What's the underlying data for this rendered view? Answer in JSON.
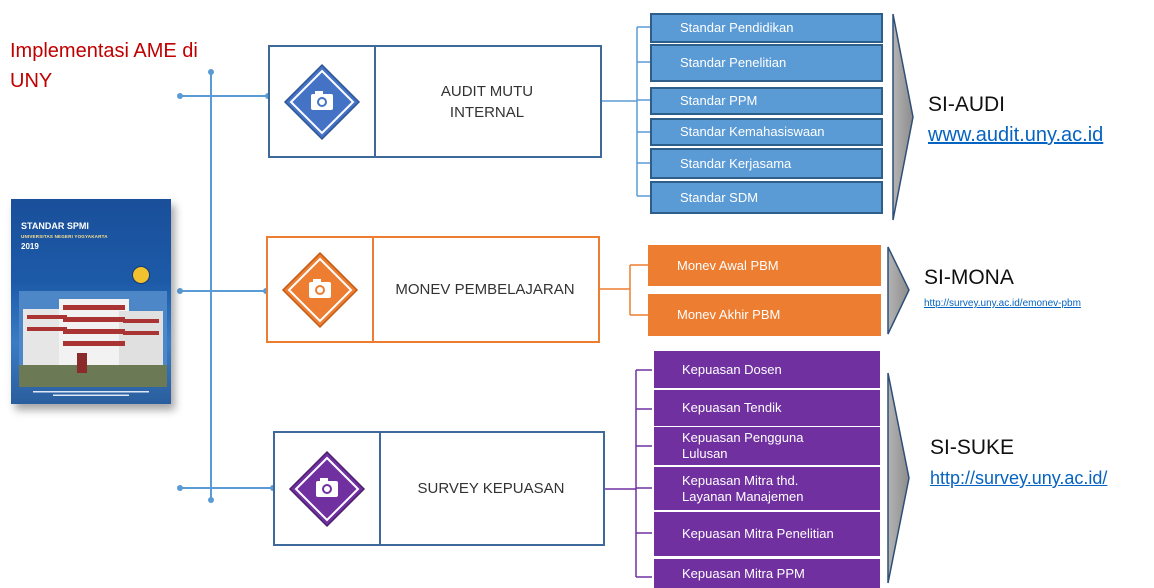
{
  "title": "Implementasi AME di UNY",
  "cover": {
    "title": "STANDAR SPMI",
    "subtitle": "UNIVERSITAS NEGERI YOGYAKARTA",
    "year": "2019"
  },
  "programs": [
    {
      "label": "AUDIT MUTU INTERNAL",
      "color": "#4472c4"
    },
    {
      "label": "MONEV PEMBELAJARAN",
      "color": "#ed7d31"
    },
    {
      "label": "SURVEY KEPUASAN",
      "color": "#7030a0"
    }
  ],
  "audit_items": [
    "Standar Pendidikan",
    "Standar Penelitian",
    "Standar PPM",
    "Standar  Kemahasiswaan",
    "Standar Kerjasama",
    "Standar SDM"
  ],
  "monev_items": [
    "Monev Awal PBM",
    "Monev Akhir PBM"
  ],
  "survey_items": [
    "Kepuasan Dosen",
    "Kepuasan Tendik",
    "Kepuasan Pengguna Lulusan",
    "Kepuasan Mitra thd. Layanan Manajemen",
    "Kepuasan Mitra Penelitian",
    "Kepuasan Mitra PPM"
  ],
  "systems": [
    {
      "name": "SI-AUDI",
      "link": "www.audit.uny.ac.id"
    },
    {
      "name": "SI-MONA",
      "link": "http://survey.uny.ac.id/emonev-pbm"
    },
    {
      "name": "SI-SUKE",
      "link": "http://survey.uny.ac.id/"
    }
  ]
}
